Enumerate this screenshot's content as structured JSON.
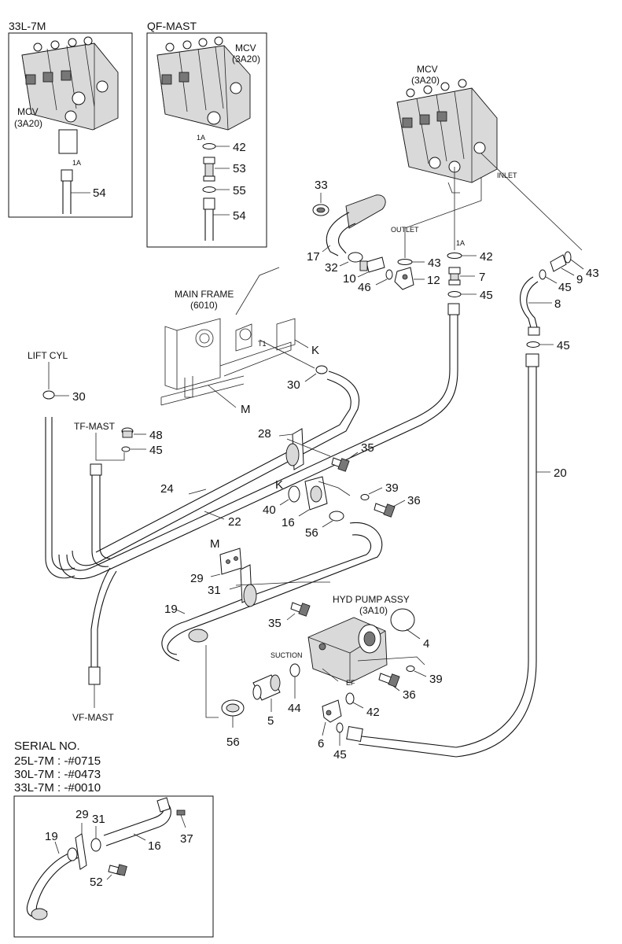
{
  "insets": {
    "left_title": "33L-7M",
    "middle_title": "QF-MAST",
    "mcv_label": "MCV",
    "mcv_code": "(3A20)",
    "port_1a": "1A"
  },
  "main": {
    "mcv_label": "MCV",
    "mcv_code": "(3A20)",
    "inlet": "INLET",
    "outlet": "OUTLET",
    "port_1a": "1A",
    "t1": "T1",
    "main_frame": "MAIN FRAME",
    "main_frame_code": "(6010)",
    "lift_cyl": "LIFT CYL",
    "tf_mast": "TF-MAST",
    "vf_mast": "VF-MAST",
    "hyd_pump": "HYD PUMP ASSY",
    "hyd_pump_code": "(3A10)",
    "suction": "SUCTION",
    "ef": "EF",
    "mark_k": "K",
    "mark_m": "M"
  },
  "part_numbers": {
    "p54": "54",
    "p42": "42",
    "p53": "53",
    "p55": "55",
    "p33": "33",
    "p17": "17",
    "p32": "32",
    "p10": "10",
    "p46": "46",
    "p12": "12",
    "p43": "43",
    "p7": "7",
    "p45": "45",
    "p9": "9",
    "p8": "8",
    "p30": "30",
    "p48": "48",
    "p28": "28",
    "p35": "35",
    "p24": "24",
    "p22": "22",
    "p40": "40",
    "p39": "39",
    "p36": "36",
    "p16": "16",
    "p56": "56",
    "p20": "20",
    "p29": "29",
    "p31": "31",
    "p19": "19",
    "p4": "4",
    "p44": "44",
    "p5": "5",
    "p6": "6",
    "p37": "37",
    "p52": "52"
  },
  "serial": {
    "heading": "SERIAL NO.",
    "line1": "25L-7M : -#0715",
    "line2": "30L-7M : -#0473",
    "line3": "33L-7M : -#0010"
  }
}
